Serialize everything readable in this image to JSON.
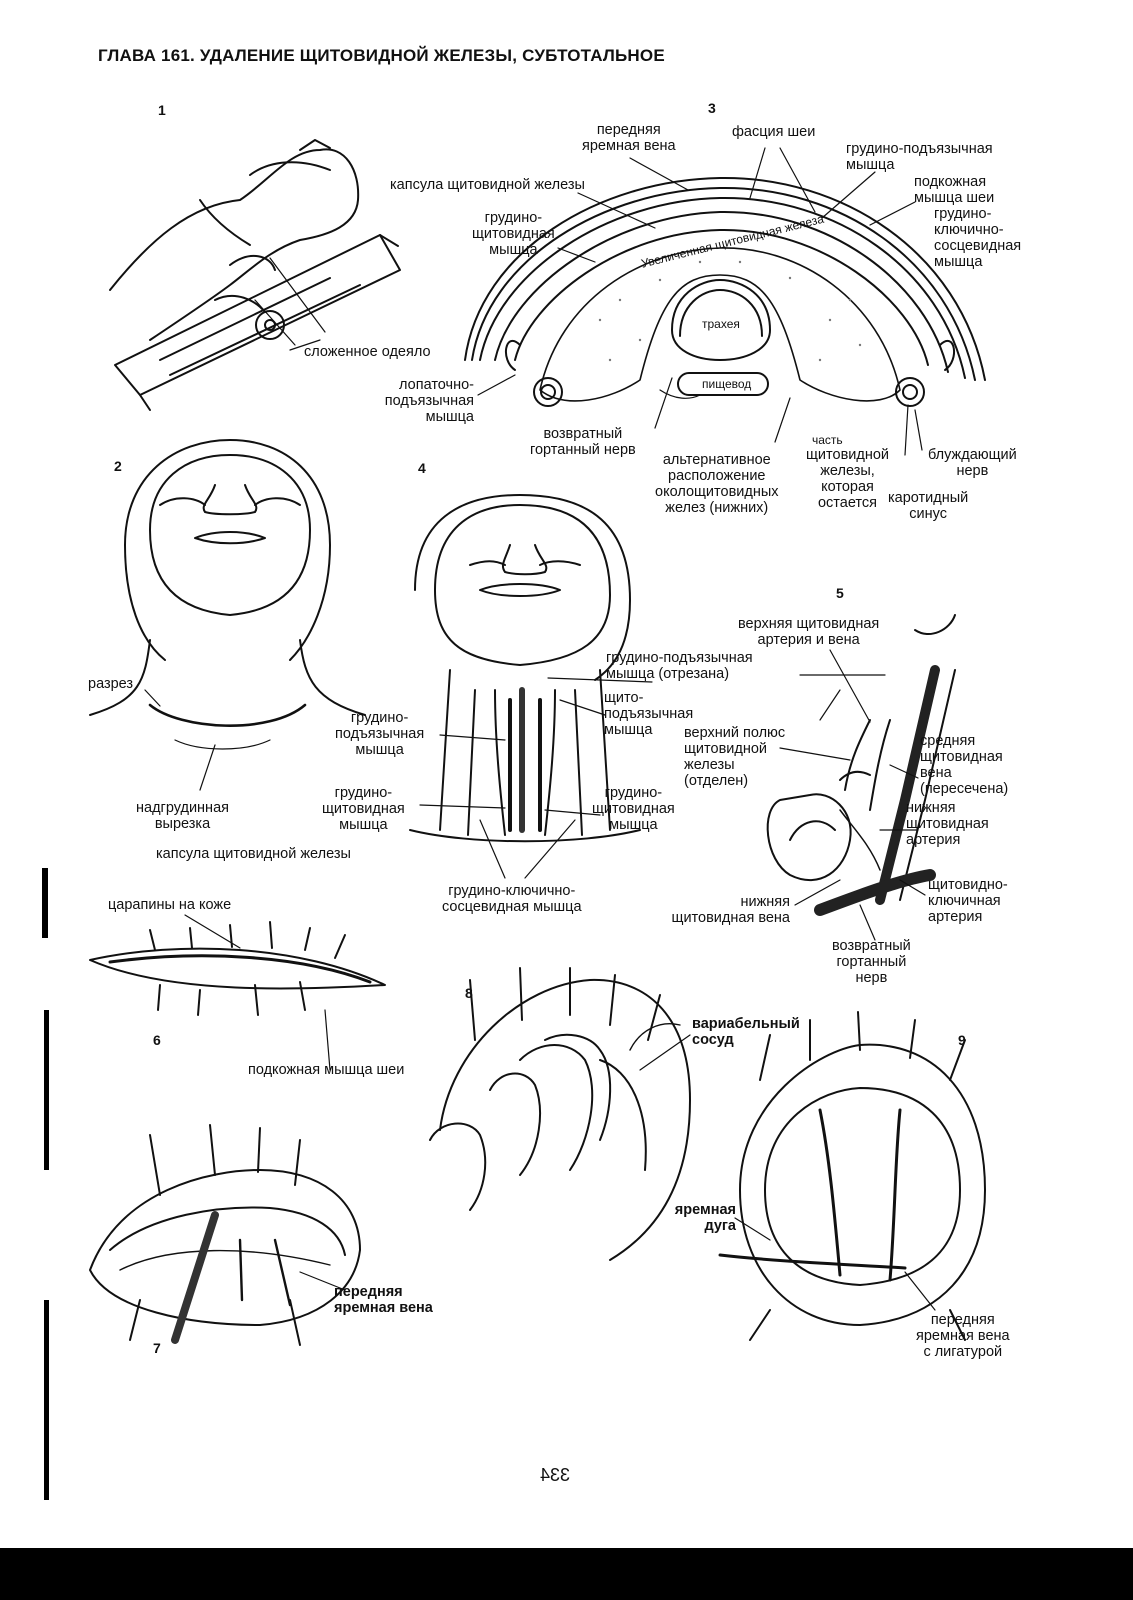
{
  "page": {
    "title": "ГЛАВА 161. УДАЛЕНИЕ ЩИТОВИДНОЙ ЖЕЛЕЗЫ, СУБТОТАЛЬНОЕ",
    "page_number": "334"
  },
  "figures": [
    {
      "id": "1",
      "label": "1"
    },
    {
      "id": "2",
      "label": "2"
    },
    {
      "id": "3",
      "label": "3"
    },
    {
      "id": "4",
      "label": "4"
    },
    {
      "id": "5",
      "label": "5"
    },
    {
      "id": "6",
      "label": "6"
    },
    {
      "id": "7",
      "label": "7"
    },
    {
      "id": "8",
      "label": "8"
    },
    {
      "id": "9",
      "label": "9"
    }
  ],
  "labels": {
    "fig1": {
      "blanket": "сложенное одеяло"
    },
    "fig3": {
      "anterior_jugular": "передняя\nяремная вена",
      "neck_fascia": "фасция шеи",
      "sternohyoid": "грудино-подъязычная\nмышца",
      "thyroid_capsule": "капсула щитовидной железы",
      "platysma": "подкожная\nмышца шеи",
      "sternothyroid": "грудино-\nщитовидная\nмышца",
      "sternocleidomastoid": "грудино-\nключично-\nсосцевидная\nмышца",
      "enlarged_gland": "Увеличенная щитовидная железа",
      "trachea": "трахея",
      "esophagus": "пищевод",
      "omohyoid": "лопаточно-\nподъязычная\nмышца",
      "recurrent_nerve": "возвратный\nгортанный нерв",
      "alt_parathyroid": "альтернативное\nрасположение\nоколощитовидных\nжелез (нижних)",
      "remaining_part": "щитовидной\nжелезы,\nкоторая\nостается",
      "part_word": "часть",
      "vagus": "блуждающий\nнерв",
      "carotid_sinus": "каротидный\nсинус"
    },
    "fig2": {
      "incision": "разрез",
      "suprasternal_notch": "надгрудинная\nвырезка",
      "thyroid_capsule": "капсула щитовидной железы"
    },
    "fig4": {
      "sternohyoid_cut": "грудино-подъязычная\nмышца (отрезана)",
      "thyrohyoid": "щито-\nподъязычная\nмышца",
      "sternohyoid": "грудино-\nподъязычная\nмышца",
      "sternothyroid_left": "грудино-\nщитовидная\nмышца",
      "sternothyroid_right": "грудино-\nщитовидная\nмышца",
      "scm": "грудино-ключично-\nсосцевидная мышца"
    },
    "fig5": {
      "sup_thyroid_artery_vein": "верхняя щитовидная\nартерия и вена",
      "upper_pole": "верхний полюс\nщитовидной\nжелезы\n(отделен)",
      "middle_thyroid_vein": "средняя\nщитовидная\nвена\n(пересечена)",
      "inferior_thyroid_artery": "нижняя\nщитовидная\nартерия",
      "thyrocervical": "щитовидно-\nключичная\nартерия",
      "inferior_thyroid_vein": "нижняя\nщитовидная вена",
      "recurrent_nerve": "возвратный\nгортанный\nнерв"
    },
    "fig6": {
      "skin_scratches": "царапины на коже",
      "platysma": "подкожная мышца шеи"
    },
    "fig7": {
      "anterior_jugular": "передняя\nяремная вена"
    },
    "fig8": {
      "variable_vessel": "вариабельный\nсосуд"
    },
    "fig9": {
      "jugular_arch": "яремная\nдуга",
      "anterior_jugular_ligature": "передняя\nяремная вена\nс лигатурой"
    }
  }
}
